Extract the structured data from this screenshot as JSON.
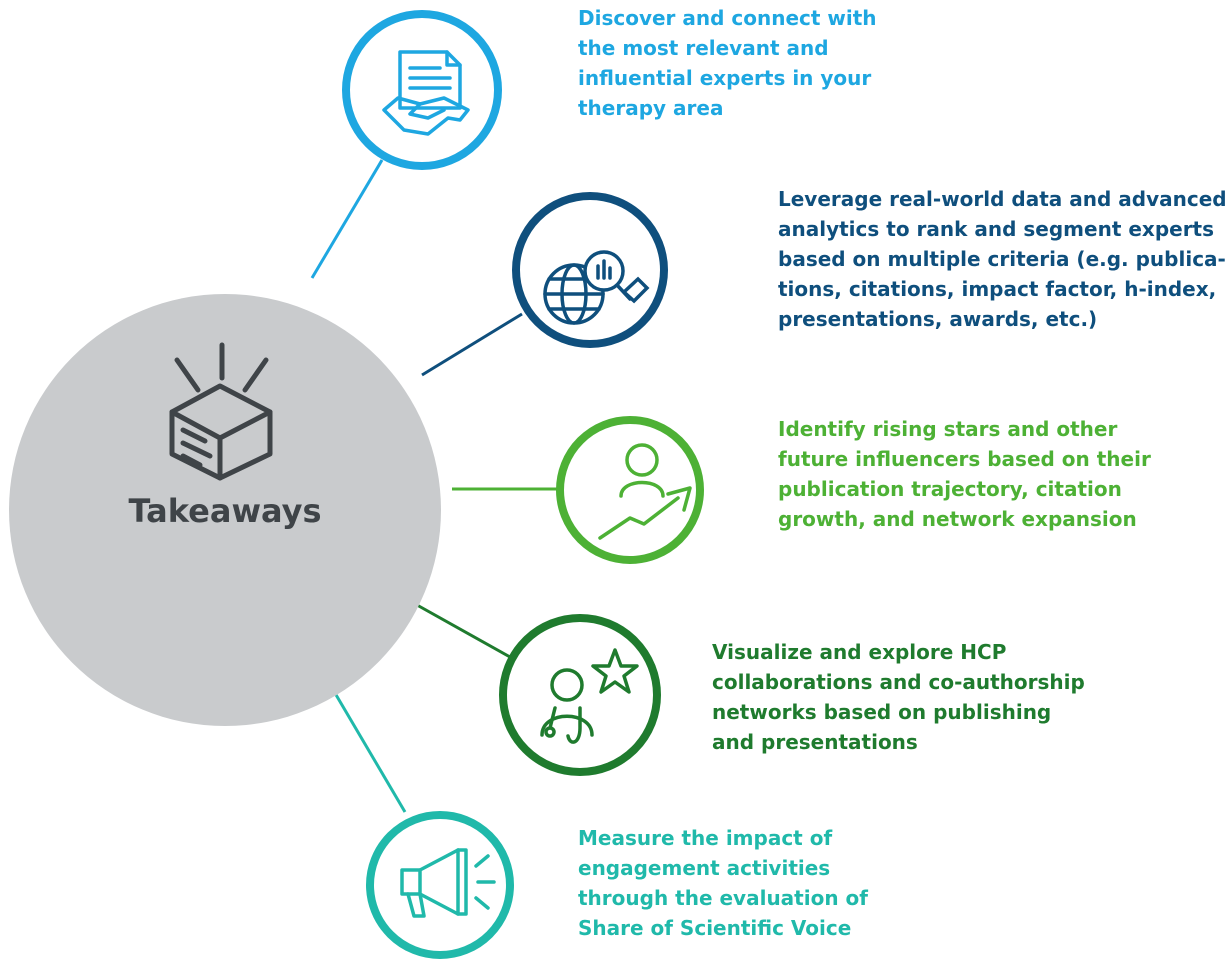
{
  "hub": {
    "title": "Takeaways",
    "icon": "open-box-icon",
    "color": "#c9cbcd"
  },
  "items": [
    {
      "text": "Discover and connect with\nthe most relevant and\ninfluential experts in your\ntherapy area",
      "icon": "document-handshake-icon",
      "color": "#1ea7e1"
    },
    {
      "text": "Leverage real-world data and advanced\nanalytics to rank and segment experts\nbased on multiple criteria (e.g.  publica-\ntions, citations, impact factor, h-index,\npresentations, awards, etc.)",
      "icon": "globe-analytics-icon",
      "color": "#0f4f7d"
    },
    {
      "text": "Identify rising stars and other\nfuture influencers based on their\npublication trajectory, citation\ngrowth, and network expansion",
      "icon": "person-growth-icon",
      "color": "#4db135"
    },
    {
      "text": "Visualize and explore HCP\ncollaborations and co-authorship\nnetworks based on publishing\nand presentations",
      "icon": "doctor-star-icon",
      "color": "#1f7b2e"
    },
    {
      "text": "Measure the impact of\nengagement activities\nthrough the evaluation of\nShare of Scientific Voice",
      "icon": "megaphone-icon",
      "color": "#20b9aa"
    }
  ]
}
